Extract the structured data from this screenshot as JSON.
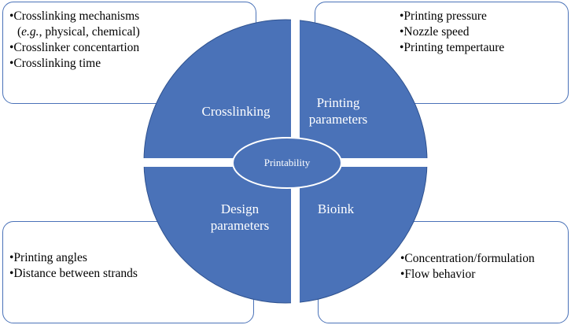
{
  "boxes": {
    "top_left": {
      "items": [
        "•Crosslinking mechanisms",
        "(e.g., physical, chemical)",
        "•Crosslinker concentartion",
        "•Crosslinking time"
      ]
    },
    "top_right": {
      "items": [
        "•Printing pressure",
        "•Nozzle speed",
        "•Printing tempertaure"
      ]
    },
    "bottom_left": {
      "items": [
        "•Printing angles",
        "•Distance between strands"
      ]
    },
    "bottom_right": {
      "items": [
        "•Concentration/formulation",
        "•Flow behavior"
      ]
    }
  },
  "quadrants": {
    "top_left": [
      "Crosslinking"
    ],
    "top_right": [
      "Printing",
      "parameters"
    ],
    "bottom_left": [
      "Design",
      "parameters"
    ],
    "bottom_right": [
      "Bioink"
    ]
  },
  "center": {
    "label": "Printability"
  },
  "colors": {
    "fill": "#4a72b8",
    "stroke": "#2f528f",
    "background": "#ffffff"
  }
}
